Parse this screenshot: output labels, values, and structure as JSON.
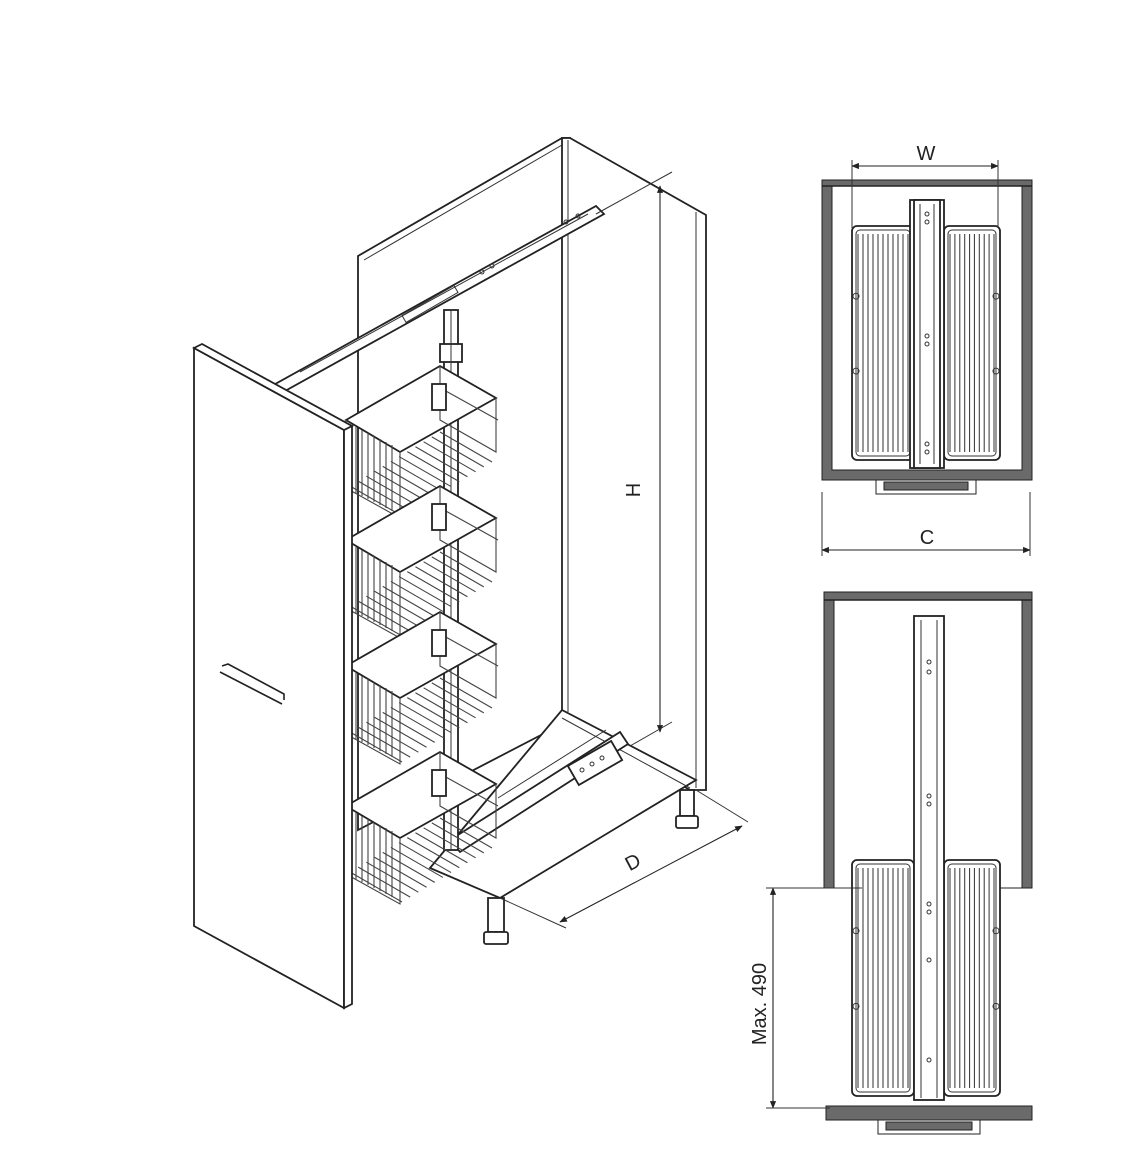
{
  "diagram": {
    "labels": {
      "height": "H",
      "depth": "D",
      "width": "W",
      "cabinet_width": "C",
      "max_extension": "Max. 490"
    }
  }
}
